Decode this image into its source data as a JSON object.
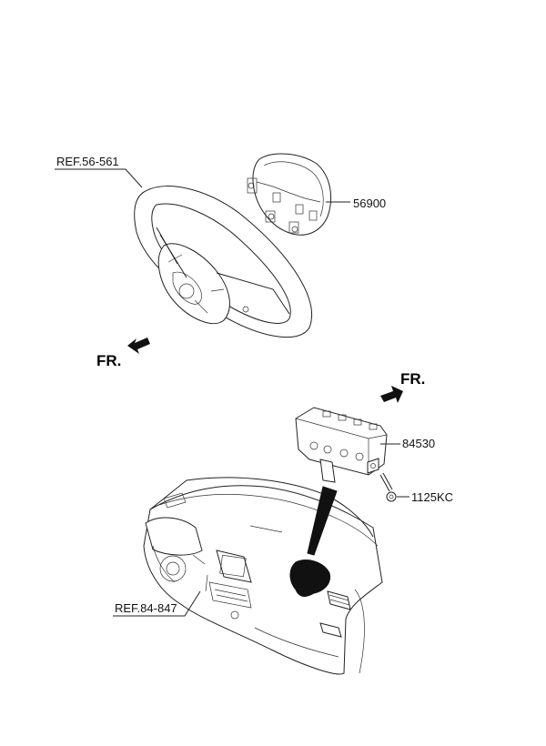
{
  "labels": {
    "ref_wheel": "REF.56-561",
    "driver_airbag": "56900",
    "passenger_airbag": "84530",
    "bolt": "1125KC",
    "ref_dash": "REF.84-847"
  },
  "direction_markers": {
    "left": "FR.",
    "right": "FR."
  }
}
